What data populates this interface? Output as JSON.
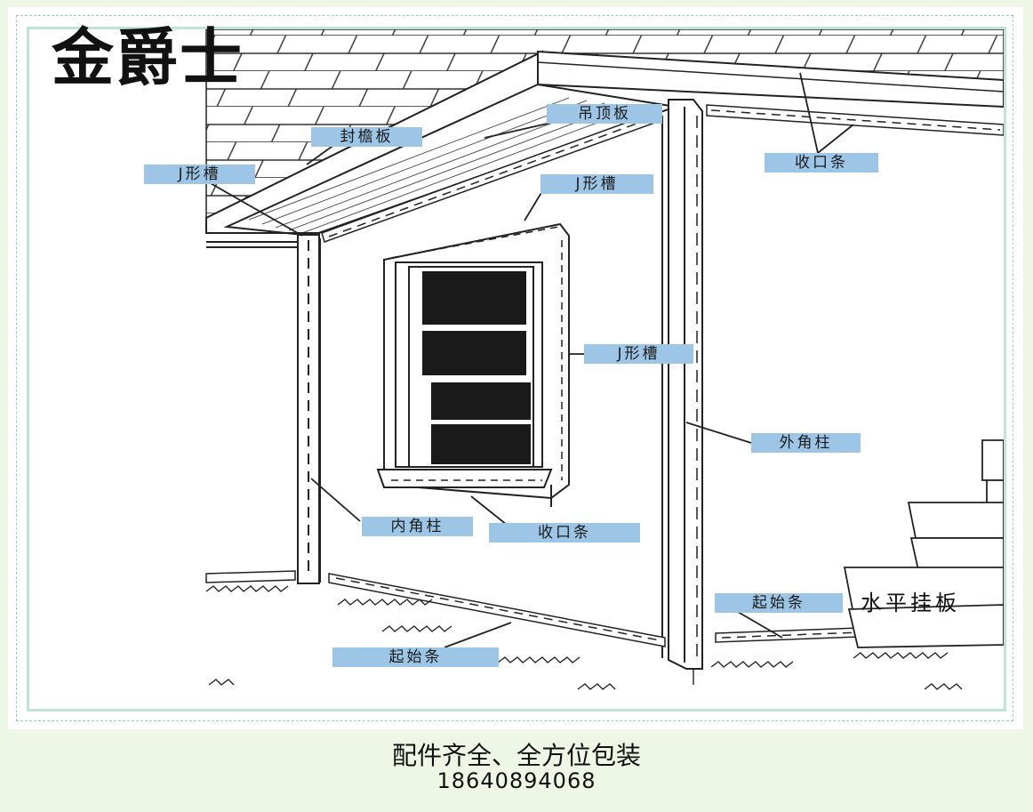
{
  "brand": "金爵士",
  "labels": {
    "soffit_board": "封檐板",
    "ceiling_board": "吊顶板",
    "j_channel_left": "J形槽",
    "j_channel_window_top": "J形槽",
    "j_channel_window_side": "J形槽",
    "finish_trim_top": "收口条",
    "outside_corner": "外角柱",
    "inside_corner": "内角柱",
    "finish_trim_sill": "收口条",
    "starter_strip_right": "起始条",
    "starter_strip_bottom": "起始条",
    "horizontal_siding": "水平挂板"
  },
  "caption": {
    "slogan": "配件齐全、全方位包装",
    "phone": "18640894068"
  },
  "colors": {
    "background": "#eef6e6",
    "label_fill": "#9dc6e6",
    "frame_border": "#bfe3d8",
    "line": "#222222"
  }
}
